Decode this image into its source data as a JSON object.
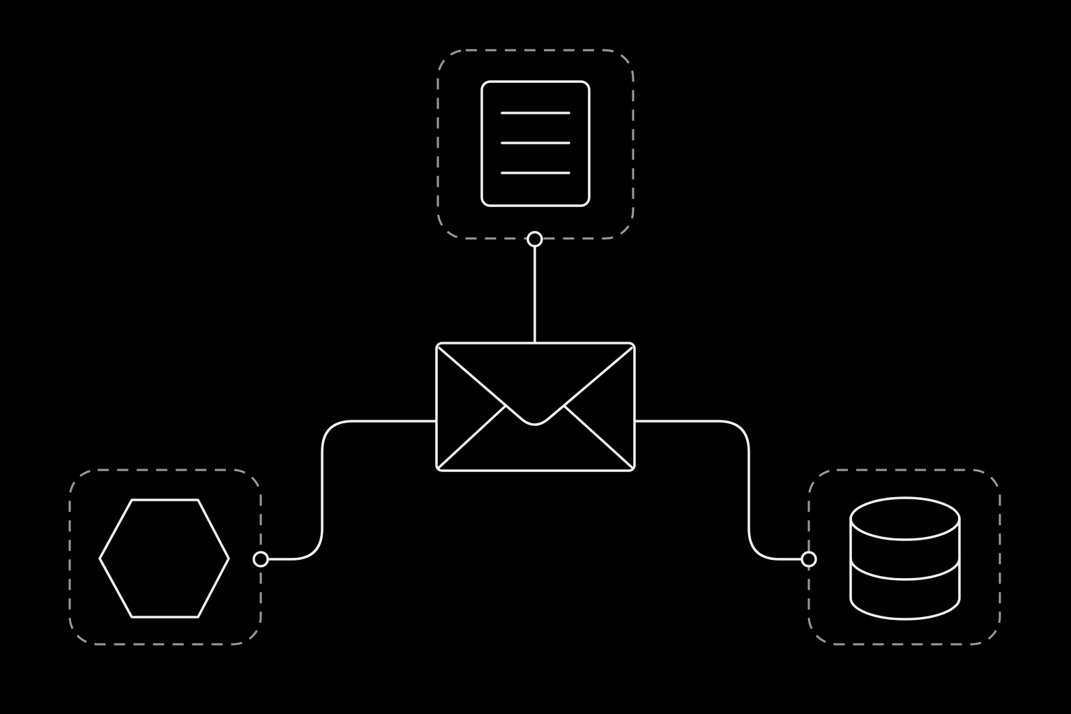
{
  "diagram": {
    "background_color": "#000000",
    "line_color": "#f2f2f2",
    "dashed_border_color": "#9a9a9a",
    "center_node": {
      "icon": "envelope-icon"
    },
    "nodes": [
      {
        "id": "top",
        "icon": "document-icon",
        "connects_to": "center_node"
      },
      {
        "id": "left",
        "icon": "hexagon-icon",
        "connects_to": "center_node"
      },
      {
        "id": "right",
        "icon": "database-icon",
        "connects_to": "center_node"
      }
    ]
  }
}
